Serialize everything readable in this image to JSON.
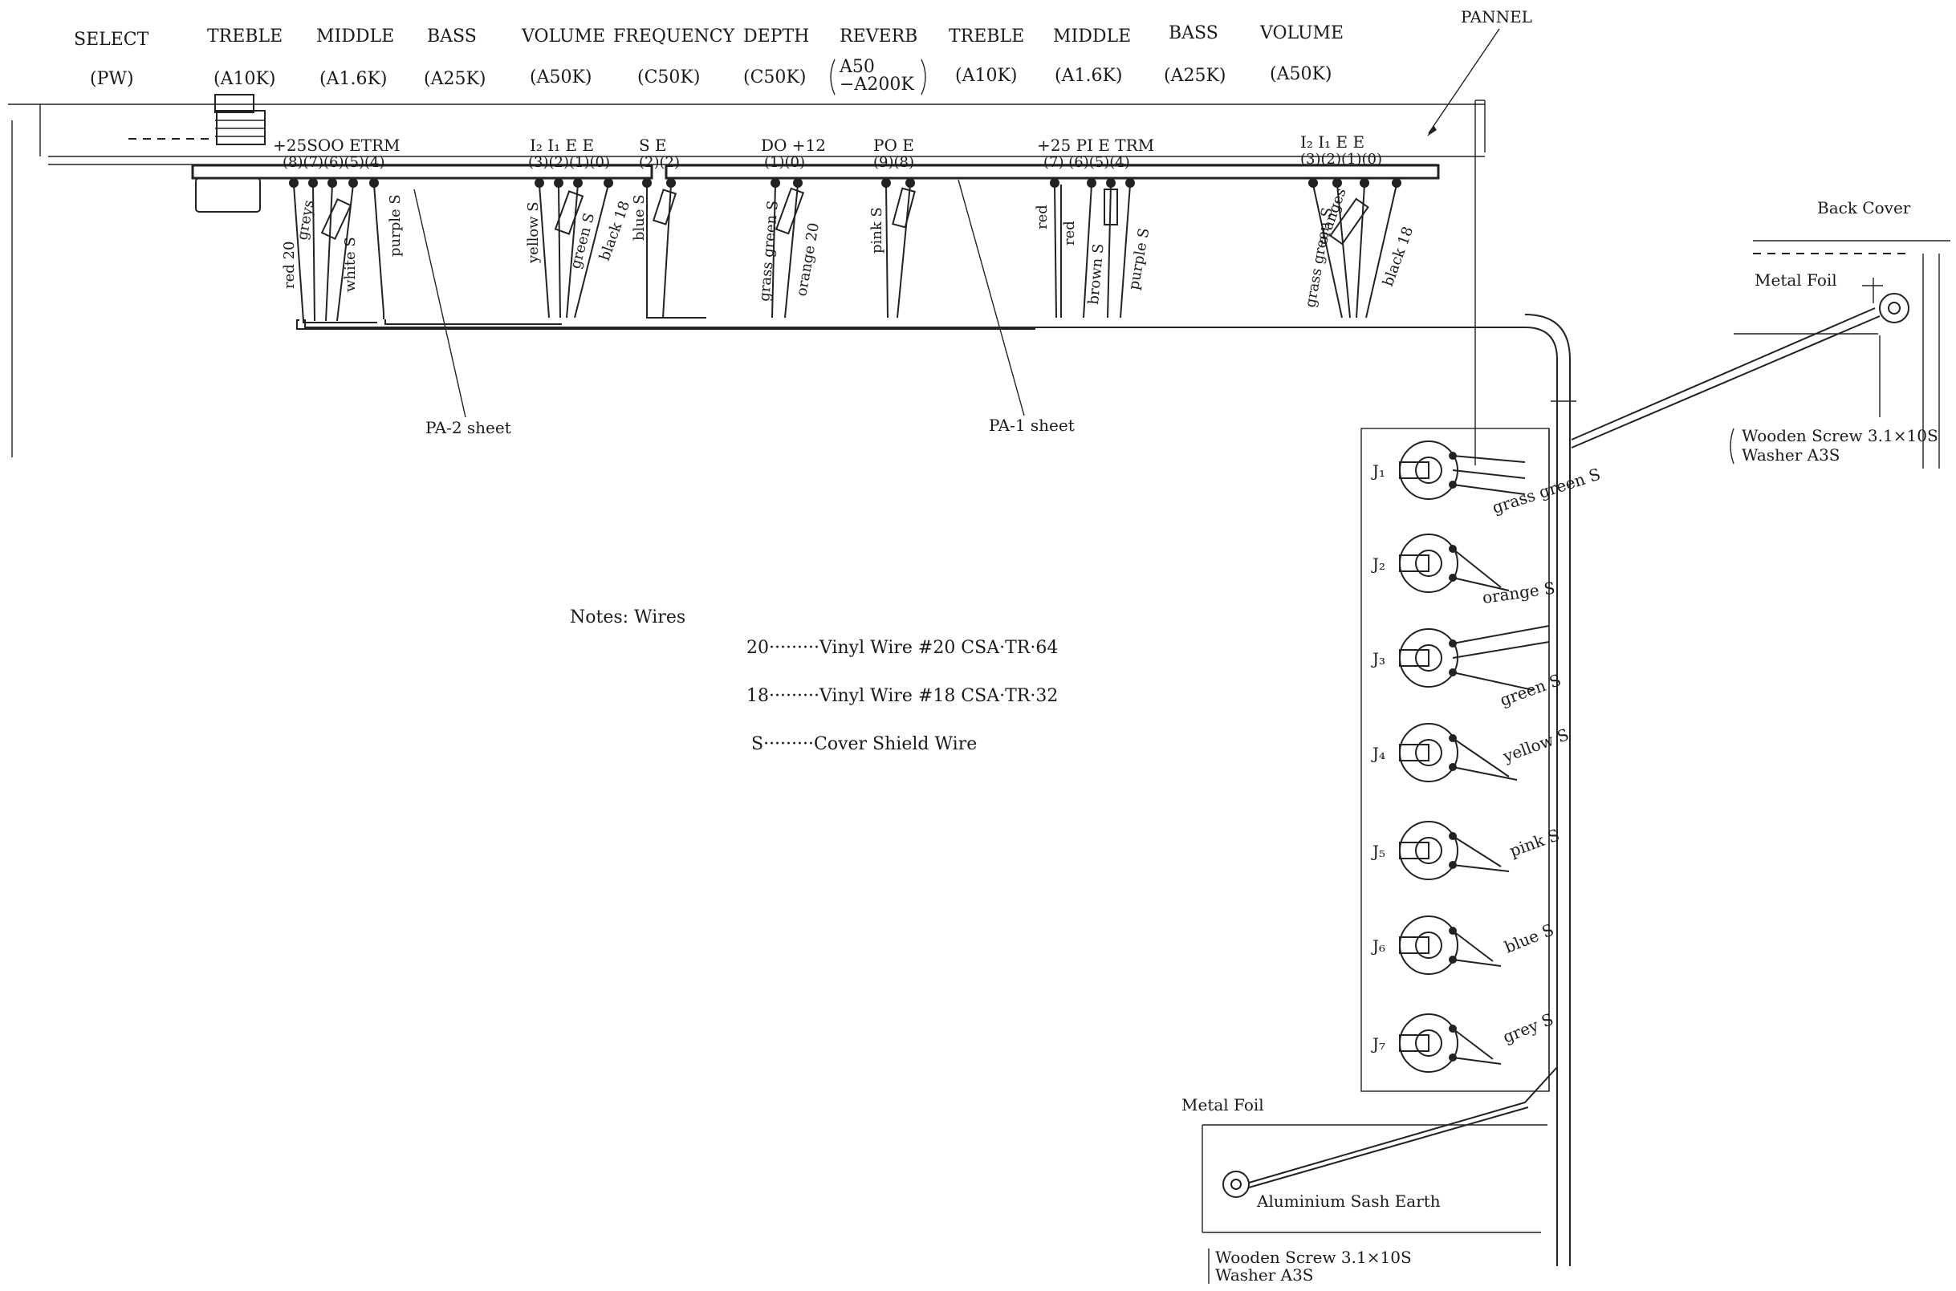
{
  "pot_headers": [
    {
      "name": "SELECT",
      "value": "(PW)"
    },
    {
      "name": "TREBLE",
      "value": "(A10K)"
    },
    {
      "name": "MIDDLE",
      "value": "(A1.6K)"
    },
    {
      "name": "BASS",
      "value": "(A25K)"
    },
    {
      "name": "VOLUME",
      "value": "(A50K)"
    },
    {
      "name": "FREQUENCY",
      "value": "(C50K)"
    },
    {
      "name": "DEPTH",
      "value": "(C50K)"
    },
    {
      "name": "REVERB",
      "value": "A50",
      "value2": "−A200K"
    },
    {
      "name": "TREBLE",
      "value": "(A10K)"
    },
    {
      "name": "MIDDLE",
      "value": "(A1.6K)"
    },
    {
      "name": "BASS",
      "value": "(A25K)"
    },
    {
      "name": "VOLUME",
      "value": "(A50K)"
    }
  ],
  "panel_label": "PANNEL",
  "back_cover_label": "Back Cover",
  "metal_foil_top": "Metal Foil",
  "metal_foil_bottom": "Metal Foil",
  "pa2_label": "PA-2 sheet",
  "pa1_label": "PA-1 sheet",
  "screw_top": {
    "line1": "Wooden Screw 3.1×10S",
    "line2": "Washer A3S"
  },
  "screw_bottom": {
    "line1": "Wooden Screw 3.1×10S",
    "line2": "Washer A3S"
  },
  "sash_earth": "Aluminium Sash Earth",
  "terminal_groups": [
    {
      "text": "+25SOO ETRM"
    },
    {
      "text": "(8)(7)(6)(5)(4)"
    },
    {
      "text": "I₂  I₁  E   E"
    },
    {
      "text": "(3)(2)(1)(0)"
    },
    {
      "text": "S  E"
    },
    {
      "text": "(2)(2)"
    },
    {
      "text": "DO +12"
    },
    {
      "text": "(1)(0)"
    },
    {
      "text": "PO  E"
    },
    {
      "text": "(9)(8)"
    },
    {
      "text": "+25  PI  E TRM"
    },
    {
      "text": "(7)  (6)(5)(4)"
    },
    {
      "text": "I₂  I₁  E   E"
    },
    {
      "text": "(3)(2)(1)(0)"
    }
  ],
  "wire_labels": [
    "red 20",
    "greys",
    "white S",
    "purple S",
    "yellow S",
    "green S",
    "black 18",
    "blue S",
    "grass green S",
    "orange 20",
    "pink S",
    "red",
    "red",
    "brown S",
    "purple S",
    "grass green S",
    "oranges",
    "black 18"
  ],
  "jacks": [
    {
      "id": "J₁",
      "wire": "grass green S"
    },
    {
      "id": "J₂",
      "wire": "orange S"
    },
    {
      "id": "J₃",
      "wire": "green S"
    },
    {
      "id": "J₄",
      "wire": "yellow S"
    },
    {
      "id": "J₅",
      "wire": "pink S"
    },
    {
      "id": "J₆",
      "wire": "blue S"
    },
    {
      "id": "J₇",
      "wire": "grey S"
    }
  ],
  "notes": {
    "title": "Notes: Wires",
    "lines": [
      "20·········Vinyl Wire  #20  CSA·TR·64",
      "18·········Vinyl Wire  #18   CSA·TR·32",
      "S·········Cover Shield Wire"
    ]
  }
}
